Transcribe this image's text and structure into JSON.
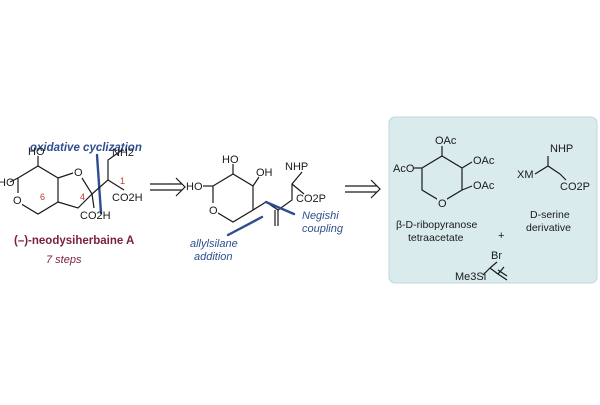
{
  "target": {
    "name": "(–)-neodysiherbaine A",
    "steps": "7 steps",
    "annotation": "oxidative cyclization",
    "atoms": {
      "ho_top": "HO",
      "ho_left": "HO",
      "o_ring": "O",
      "o_bridge": "O",
      "nh2": "NH2",
      "co2h_right": "CO2H",
      "co2h_bottom": "CO2H",
      "pos1": "1",
      "pos4": "4",
      "pos6": "6"
    }
  },
  "intermediate": {
    "label_left": "allylsilane\naddition",
    "label_right": "Negishi\ncoupling",
    "atoms": {
      "ho_top1": "HO",
      "oh_top2": "OH",
      "ho_left": "HO",
      "o_ring": "O",
      "nhp": "NHP",
      "co2p": "CO2P"
    }
  },
  "reagents": {
    "box_color": "#d9ebec",
    "sugar": {
      "caption_line1": "β-D-ribopyranose",
      "caption_line2": "tetraacetate",
      "atoms": {
        "oac_top": "OAc",
        "oac_left": "AcO",
        "oac_r1": "OAc",
        "oac_r2": "OAc",
        "o_ring": "O"
      }
    },
    "plus": "+",
    "serine": {
      "caption_line1": "D-serine",
      "caption_line2": "derivative",
      "atoms": {
        "nhp": "NHP",
        "xm": "XM",
        "co2p": "CO2P"
      }
    },
    "allylsilane": {
      "atoms": {
        "br": "Br",
        "tms": "Me3Si"
      }
    }
  }
}
